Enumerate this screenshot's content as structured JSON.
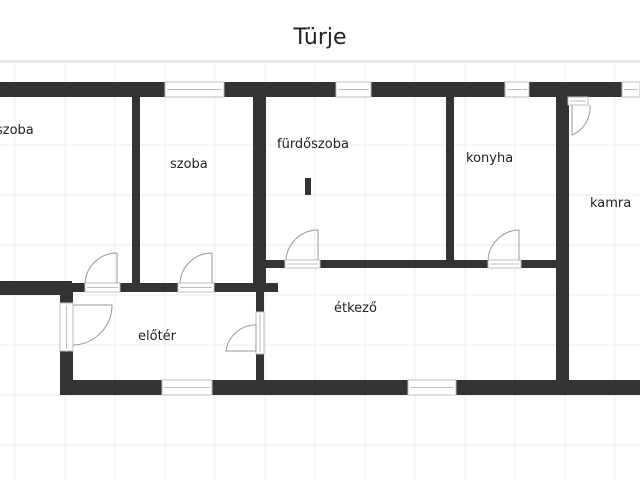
{
  "header": {
    "title": "Türje"
  },
  "rooms": [
    {
      "name": "szoba"
    },
    {
      "name": "szoba"
    },
    {
      "name": "fürdőszoba"
    },
    {
      "name": "konyha"
    },
    {
      "name": "kamra"
    },
    {
      "name": "előtér"
    },
    {
      "name": "étkező"
    }
  ],
  "colors": {
    "wall": "#333333",
    "grid": "#ececec",
    "window": "#bdbdbd"
  }
}
